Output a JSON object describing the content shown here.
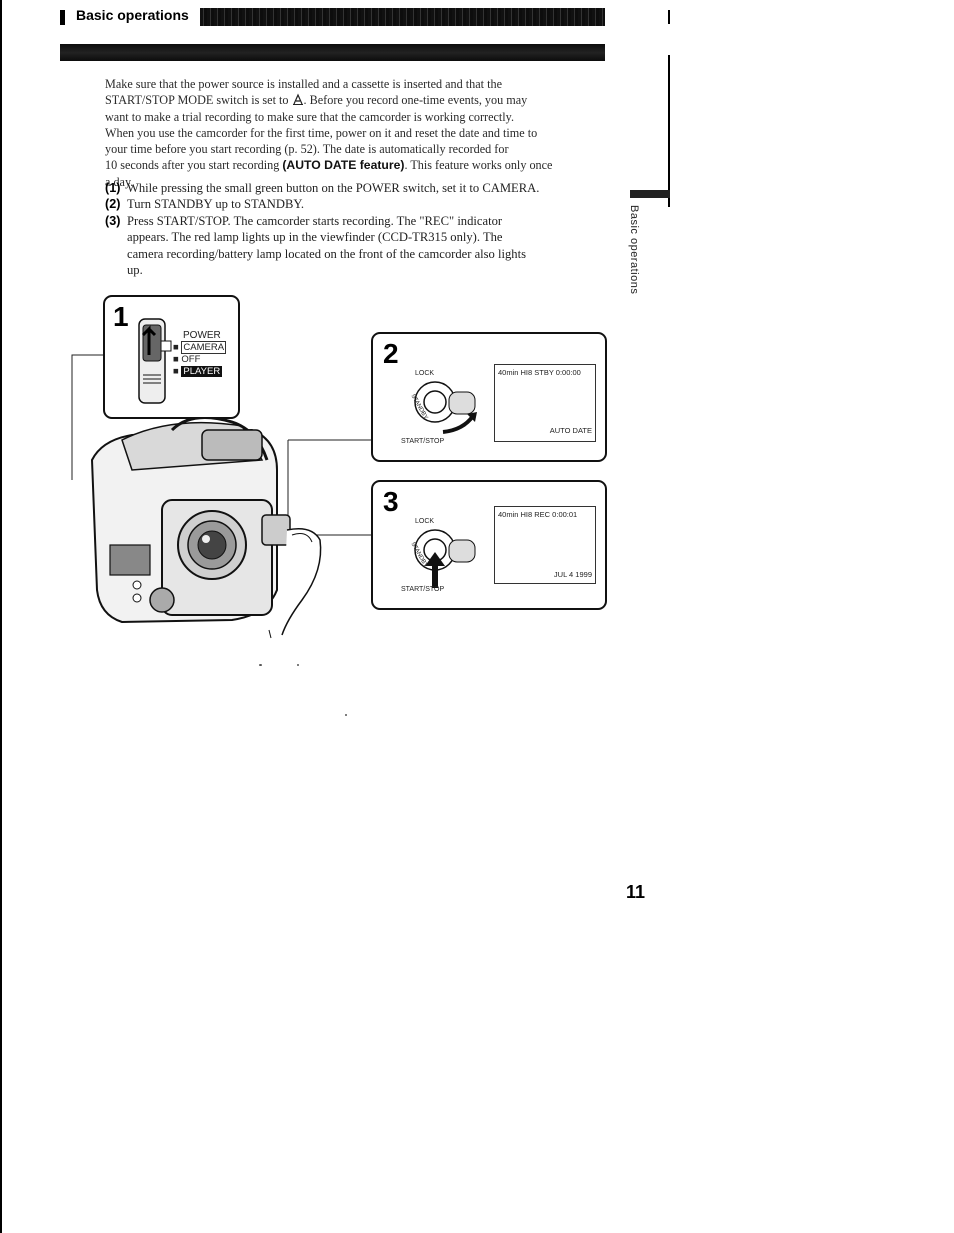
{
  "header": {
    "section": "Basic operations"
  },
  "intro": {
    "line1": "Make sure that the power source is installed and a cassette is inserted and that the",
    "line2a": "START/STOP MODE switch is set to ",
    "line2b": ". Before you record one-time events, you may",
    "line3": "want to make a trial recording to make sure that the camcorder is working correctly.",
    "line4": "When you use the camcorder for the first time, power on it and reset the date and time to",
    "line5": "your time before you start recording (p. 52). The date is automatically recorded for",
    "line6a": "10 seconds after you start recording ",
    "line6_bold": "(AUTO DATE feature)",
    "line6b": ". This feature works only once",
    "line7": "a day."
  },
  "steps": [
    {
      "num": "(1)",
      "text": "While pressing the small green button on the POWER switch, set it to CAMERA."
    },
    {
      "num": "(2)",
      "text": "Turn STANDBY up to STANDBY."
    },
    {
      "num": "(3)",
      "text": "Press START/STOP. The camcorder starts recording. The \"REC\" indicator",
      "cont1": "appears. The red lamp lights up in the viewfinder (CCD-TR315 only). The",
      "cont2": "camera recording/battery lamp located on the front of the camcorder also lights",
      "cont3": "up."
    }
  ],
  "side_tab": "Basic operations",
  "figure1": {
    "num": "1",
    "label": "POWER",
    "options": [
      "CAMERA",
      "OFF",
      "PLAYER"
    ]
  },
  "figure2": {
    "num": "2",
    "dial_lock": "LOCK",
    "dial_standby": "STANDBY",
    "dial_button": "START/STOP",
    "vf_top": "40min  HI8  STBY  0:00:00",
    "vf_bottom": "AUTO  DATE"
  },
  "figure3": {
    "num": "3",
    "dial_lock": "LOCK",
    "dial_standby": "STANDBY",
    "dial_button": "START/STOP",
    "vf_top": "40min  HI8  REC  0:00:01",
    "vf_bottom": "JUL  4  1999"
  },
  "page_number": "11",
  "colors": {
    "ink": "#1a1a1a",
    "band": "#111111"
  }
}
